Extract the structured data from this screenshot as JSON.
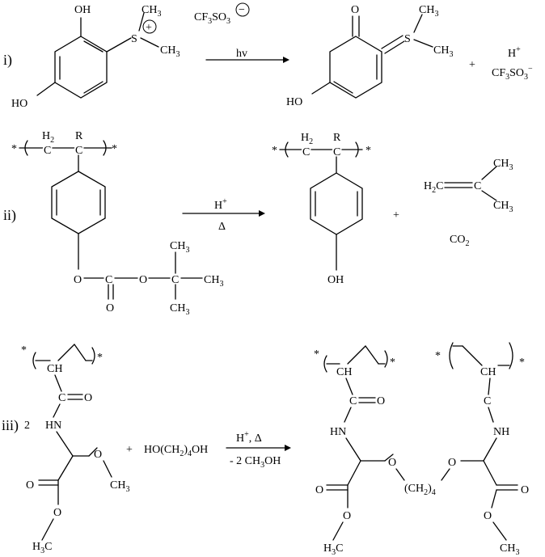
{
  "reactions": [
    {
      "id": "i",
      "label": "i)",
      "arrow_label": "hv",
      "reactant": {
        "oh_top": "OH",
        "oh_bottom": "HO",
        "s_plus": "S",
        "plus_sign": "+",
        "methyl_a": "CH3",
        "methyl_b": "CH3"
      },
      "counterion": "CF3SO3",
      "counterion_charge": "−",
      "product": {
        "carbonyl_o": "O",
        "sulfur": "S",
        "methyl_a": "CH3",
        "methyl_b": "CH3",
        "oh": "HO"
      },
      "plus": "+",
      "byproduct_h": "H+",
      "byproduct_anion": "CF3SO3−"
    },
    {
      "id": "ii",
      "label": "ii)",
      "arrow_label_top": "H+",
      "arrow_label_bottom": "Δ",
      "reactant": {
        "end_left": "*",
        "end_right": "*",
        "ch2": "H2C",
        "cr": "RC",
        "o1": "O",
        "c_carbonyl": "C",
        "o2": "O",
        "o_bottom": "O",
        "c_quat": "C",
        "me1": "CH3",
        "me2": "CH3",
        "me3": "CH3"
      },
      "product": {
        "end_left": "*",
        "end_right": "*",
        "ch2": "H2C",
        "cr": "RC",
        "oh": "OH"
      },
      "plus": "+",
      "isobutene": {
        "h2c": "H2C",
        "c": "C",
        "me1": "CH3",
        "me2": "CH3"
      },
      "co2": "CO2"
    },
    {
      "id": "iii",
      "label": "iii)",
      "coefficient": "2",
      "arrow_label_top": "H+, Δ",
      "arrow_label_bottom": "- 2 CH3OH",
      "reactant": {
        "end_left": "*",
        "end_right": "*",
        "ch": "CH",
        "c_amide": "C",
        "o_amide": "O",
        "nh": "HN",
        "o_ether": "O",
        "me_ether": "CH3",
        "o_ester_dbl": "O",
        "o_ester": "O",
        "me_ester": "H3C"
      },
      "plus": "+",
      "diol": "HO(CH2)4OH",
      "product": {
        "ends": "*",
        "ch": "CH",
        "o": "O",
        "hn": "HN",
        "nh": "NH",
        "linker": "(CH2)4",
        "me": "H3C",
        "me2": "CH3"
      }
    }
  ]
}
